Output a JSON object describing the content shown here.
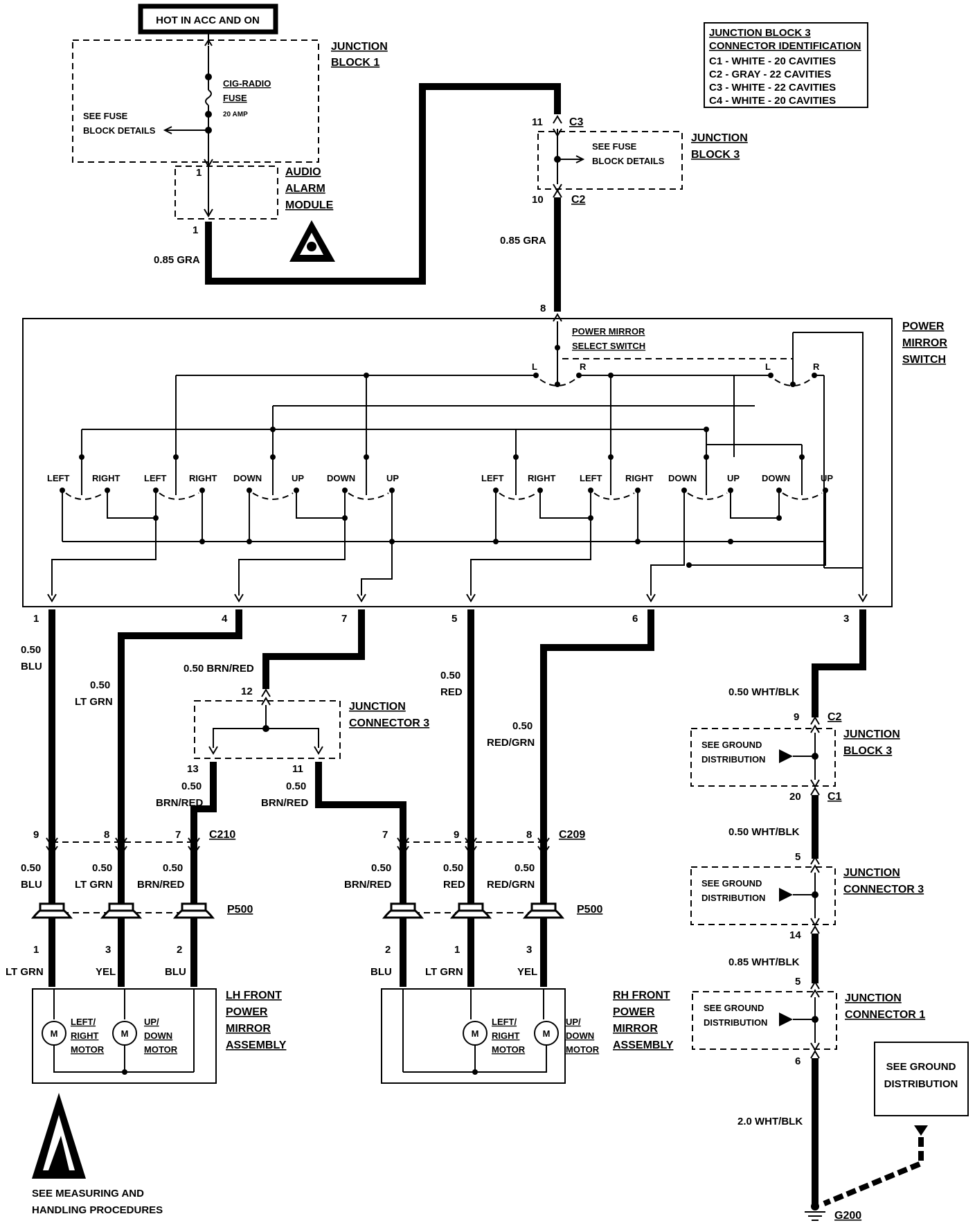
{
  "power_source": "HOT IN ACC AND ON",
  "junction_block_1": {
    "title_line1": "JUNCTION",
    "title_line2": "BLOCK 1",
    "fuse_line1": "CIG-RADIO",
    "fuse_line2": "FUSE",
    "fuse_rating": "20 AMP",
    "see_fuse_line1": "SEE FUSE",
    "see_fuse_line2": "BLOCK DETAILS"
  },
  "audio_alarm_module": {
    "line1": "AUDIO",
    "line2": "ALARM",
    "line3": "MODULE",
    "pin_top": "1",
    "pin_bottom": "1"
  },
  "connector_id_table": {
    "title_line1": "JUNCTION BLOCK 3",
    "title_line2": "CONNECTOR IDENTIFICATION",
    "rows": [
      "C1 - WHITE - 20 CAVITIES",
      "C2 - GRAY - 22 CAVITIES",
      "C3 - WHITE - 22 CAVITIES",
      "C4 - WHITE - 20 CAVITIES"
    ]
  },
  "junction_block_3_top": {
    "title_line1": "JUNCTION",
    "title_line2": "BLOCK 3",
    "pin_top": "11",
    "conn_top": "C3",
    "pin_bottom": "10",
    "conn_bottom": "C2",
    "see_fuse_line1": "SEE FUSE",
    "see_fuse_line2": "BLOCK DETAILS"
  },
  "wires": {
    "gra_left": "0.85 GRA",
    "gra_right": "0.85 GRA",
    "w1_line1": "0.50",
    "w1_line2": "BLU",
    "w4_line1": "0.50",
    "w4_line2": "LT GRN",
    "w7": "0.50 BRN/RED",
    "w5_line1": "0.50",
    "w5_line2": "RED",
    "w6_line1": "0.50",
    "w6_line2": "RED/GRN",
    "w3": "0.50 WHT/BLK",
    "jc3_13_line1": "0.50",
    "jc3_13_line2": "BRN/RED",
    "jc3_11_line1": "0.50",
    "jc3_11_line2": "BRN/RED",
    "gnd_mid": "0.50 WHT/BLK",
    "gnd_lower": "0.85 WHT/BLK",
    "gnd_final": "2.0 WHT/BLK"
  },
  "switch": {
    "title_line1": "POWER",
    "title_line2": "MIRROR",
    "title_line3": "SWITCH",
    "select_line1": "POWER MIRROR",
    "select_line2": "SELECT SWITCH",
    "pin_in": "8",
    "l": "L",
    "r": "R",
    "left": "LEFT",
    "right": "RIGHT",
    "up": "UP",
    "down": "DOWN",
    "out_pins": [
      "1",
      "4",
      "7",
      "5",
      "6",
      "3"
    ]
  },
  "junction_connector_3_mid": {
    "title_line1": "JUNCTION",
    "title_line2": "CONNECTOR 3",
    "pin_in": "12",
    "pin_left": "13",
    "pin_right": "11"
  },
  "c210": {
    "name": "C210",
    "pins": [
      "9",
      "8",
      "7"
    ],
    "wires": [
      {
        "line1": "0.50",
        "line2": "BLU"
      },
      {
        "line1": "0.50",
        "line2": "LT GRN"
      },
      {
        "line1": "0.50",
        "line2": "BRN/RED"
      }
    ]
  },
  "c209": {
    "name": "C209",
    "pins": [
      "7",
      "9",
      "8"
    ],
    "wires": [
      {
        "line1": "0.50",
        "line2": "BRN/RED"
      },
      {
        "line1": "0.50",
        "line2": "RED"
      },
      {
        "line1": "0.50",
        "line2": "RED/GRN"
      }
    ]
  },
  "p500_left": {
    "name": "P500",
    "pins": [
      "1",
      "3",
      "2"
    ],
    "wires": [
      "LT GRN",
      "YEL",
      "BLU"
    ]
  },
  "p500_right": {
    "name": "P500",
    "pins": [
      "2",
      "1",
      "3"
    ],
    "wires": [
      "BLU",
      "LT GRN",
      "YEL"
    ]
  },
  "lh_mirror": {
    "title_line1": "LH FRONT",
    "title_line2": "POWER",
    "title_line3": "MIRROR",
    "title_line4": "ASSEMBLY",
    "motor1_line1": "LEFT/",
    "motor1_line2": "RIGHT",
    "motor1_line3": "MOTOR",
    "motor2_line1": "UP/",
    "motor2_line2": "DOWN",
    "motor2_line3": "MOTOR",
    "m": "M"
  },
  "rh_mirror": {
    "title_line1": "RH FRONT",
    "title_line2": "POWER",
    "title_line3": "MIRROR",
    "title_line4": "ASSEMBLY",
    "motor1_line1": "LEFT/",
    "motor1_line2": "RIGHT",
    "motor1_line3": "MOTOR",
    "motor2_line1": "UP/",
    "motor2_line2": "DOWN",
    "motor2_line3": "MOTOR",
    "m": "M"
  },
  "ground_path": {
    "jb3_title_line1": "JUNCTION",
    "jb3_title_line2": "BLOCK 3",
    "jb3_pin_top": "9",
    "jb3_conn_top": "C2",
    "jb3_pin_bottom": "20",
    "jb3_conn_bottom": "C1",
    "jc3_title_line1": "JUNCTION",
    "jc3_title_line2": "CONNECTOR 3",
    "jc3_pin_top": "5",
    "jc3_pin_bottom": "14",
    "jc1_title_line1": "JUNCTION",
    "jc1_title_line2": "CONNECTOR 1",
    "jc1_pin_top": "5",
    "jc1_pin_bottom": "6",
    "see_ground_line1": "SEE GROUND",
    "see_ground_line2": "DISTRIBUTION",
    "ground_box_line1": "SEE GROUND",
    "ground_box_line2": "DISTRIBUTION",
    "ground_name": "G200"
  },
  "esd_note": {
    "line1": "SEE MEASURING AND",
    "line2": "HANDLING PROCEDURES"
  }
}
